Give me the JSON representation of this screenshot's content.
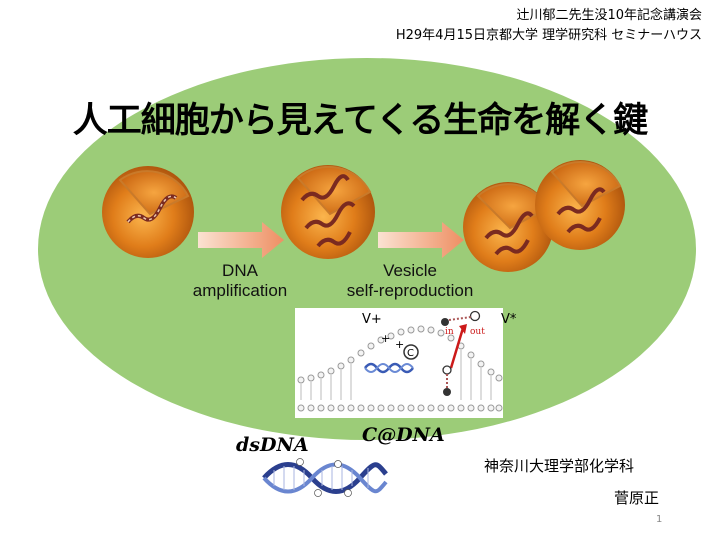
{
  "header": {
    "event_line1": "辻川郁二先生没10年記念講演会",
    "event_line2": "H29年4月15日京都大学 理学研究科 セミナーハウス"
  },
  "title": "人工細胞から見えてくる生命を解く鍵",
  "figure": {
    "caption_dna": [
      "DNA",
      "amplification"
    ],
    "caption_vesicle": [
      "Vesicle",
      "self-reproduction"
    ],
    "label_v_plus": "V+",
    "label_v_star": "V*",
    "label_in": "in",
    "label_out": "out",
    "label_c": "C",
    "label_cdna": "C@DNA",
    "label_dsdna": "dsDNA"
  },
  "footer": {
    "affiliation": "神奈川大理学部化学科",
    "author": "菅原正",
    "page_number": "1"
  },
  "colors": {
    "oval": "#9ccc78",
    "vesicle": "#e07d1a",
    "arrow": "#f1a67f",
    "dna": "#2b3f8e",
    "red_arrow": "#cc1a1a"
  }
}
